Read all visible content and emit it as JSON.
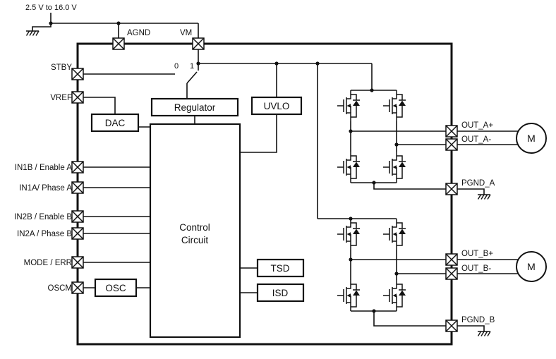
{
  "supply": {
    "voltage": "2.5 V to 16.0 V"
  },
  "top_pins": {
    "agnd": "AGND",
    "vm": "VM"
  },
  "stby_switch": {
    "pos0": "0",
    "pos1": "1"
  },
  "left_pins": [
    {
      "label": "STBY"
    },
    {
      "label": "VREF"
    },
    {
      "label": "IN1B / Enable A"
    },
    {
      "label": "IN1A/ Phase A"
    },
    {
      "label": "IN2B / Enable B"
    },
    {
      "label": "IN2A / Phase B"
    },
    {
      "label": "MODE / ERR"
    },
    {
      "label": "OSCM"
    }
  ],
  "right_pins": [
    {
      "label": "OUT_A+"
    },
    {
      "label": "OUT_A-"
    },
    {
      "label": "PGND_A"
    },
    {
      "label": "OUT_B+"
    },
    {
      "label": "OUT_B-"
    },
    {
      "label": "PGND_B"
    }
  ],
  "blocks": {
    "regulator": "Regulator",
    "uvlo": "UVLO",
    "dac": "DAC",
    "control_line1": "Control",
    "control_line2": "Circuit",
    "osc": "OSC",
    "tsd": "TSD",
    "isd": "ISD"
  },
  "motors": {
    "motor_a": "M",
    "motor_b": "M"
  },
  "colors": {
    "line": "#111111",
    "background": "#ffffff"
  }
}
